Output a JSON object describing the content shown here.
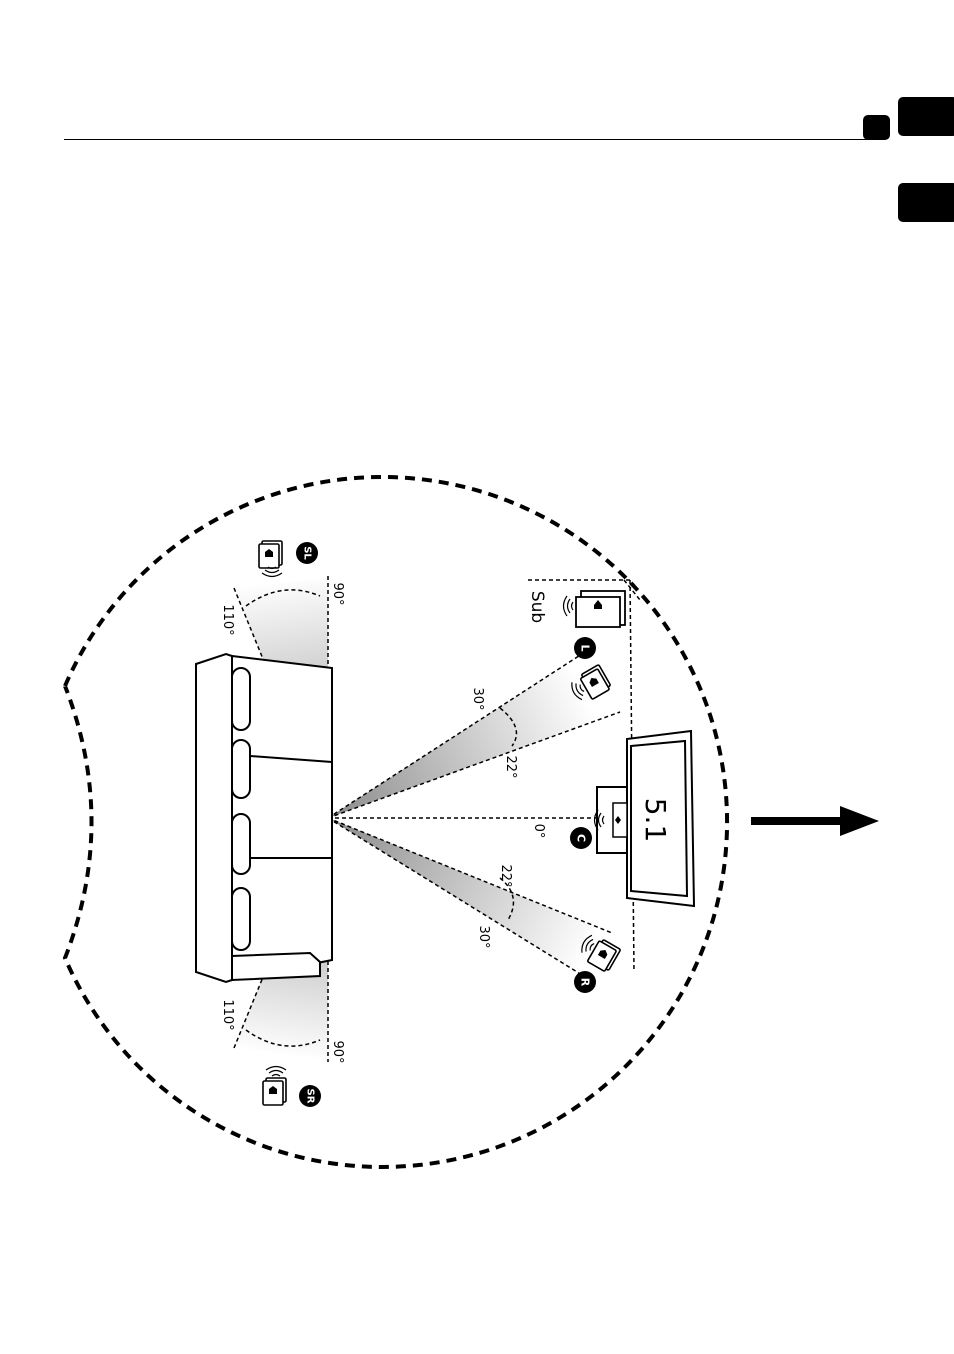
{
  "diagram": {
    "format_label": "5.1",
    "sub_label": "Sub",
    "speakers": {
      "front_left": "L",
      "center": "C",
      "front_right": "R",
      "surround_left": "SL",
      "surround_right": "SR"
    },
    "angles": {
      "center": "0°",
      "front_inner_left": "22°",
      "front_outer_left": "30°",
      "front_inner_right": "22°",
      "front_outer_right": "30°",
      "surround_left_inner": "90°",
      "surround_left_outer": "110°",
      "surround_right_inner": "90°",
      "surround_right_outer": "110°"
    }
  },
  "colors": {
    "ink": "#000000",
    "background": "#ffffff",
    "wedge_shade": "#9a9a9a"
  }
}
